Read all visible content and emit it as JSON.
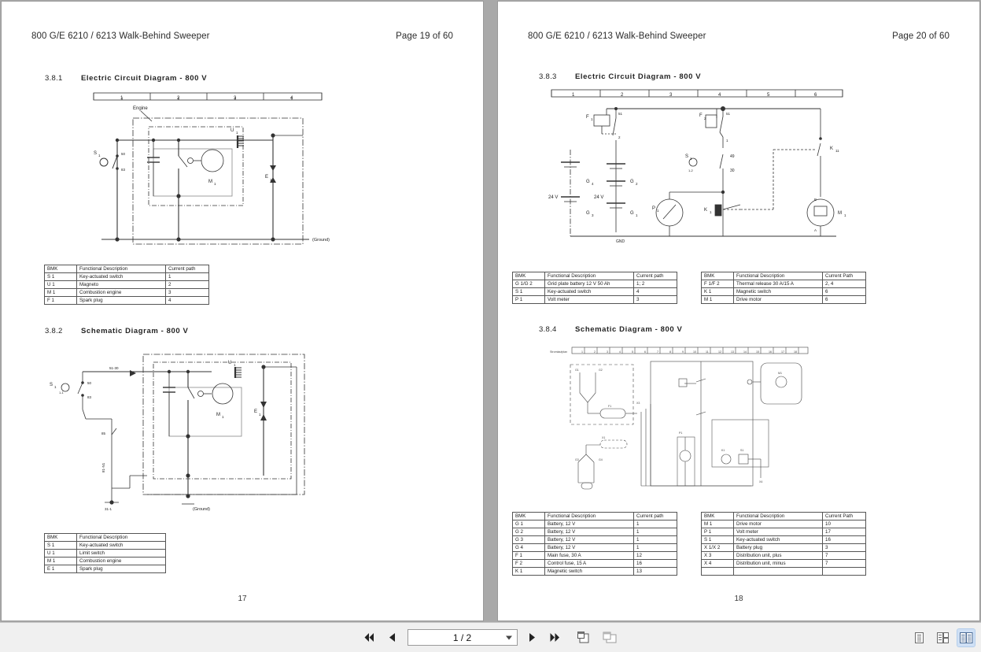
{
  "viewer": {
    "toolbar": {
      "first_page_label": "First page",
      "prev_page_label": "Previous page",
      "page_indicator": "1 / 2",
      "next_page_label": "Next page",
      "last_page_label": "Last page",
      "fit_page_label": "Fit page",
      "fit_width_label": "Fit width",
      "single_page_view_label": "Single page view",
      "continuous_view_label": "Continuous view",
      "two_page_view_label": "Two page view",
      "active_view": "two-page",
      "active_highlight_color": "#cfe0f5"
    }
  },
  "pages": [
    {
      "header_title": "800 G/E 6210 / 6213 Walk-Behind Sweeper",
      "header_page": "Page 19 of 60",
      "footer": "17",
      "sections": [
        {
          "number": "3.8.1",
          "title": "Electric Circuit Diagram - 800 V"
        },
        {
          "number": "3.8.2",
          "title": "Schematic Diagram - 800 V"
        }
      ],
      "diagrams": [
        {
          "name": "electric-circuit-diagram-800v",
          "current_path_ruler": [
            "1",
            "2",
            "3",
            "4"
          ],
          "labels": [
            "Engine",
            "S 1",
            "50",
            "83",
            "U 1",
            "M 1",
            "E 1",
            "(Ground)"
          ]
        },
        {
          "name": "schematic-diagram-800v",
          "labels": [
            "S 1",
            "50",
            "83",
            "51-30",
            "81-N1",
            "31-1",
            "U 1",
            "M 1",
            "E 1",
            "85",
            "(Ground)"
          ]
        }
      ],
      "tables": [
        {
          "name": "component-table-circuit",
          "headers": [
            "BMK",
            "Functional Description",
            "Current path"
          ],
          "rows": [
            [
              "S 1",
              "Key-actuated switch",
              "1"
            ],
            [
              "U 1",
              "Magneto",
              "2"
            ],
            [
              "M 1",
              "Combustion engine",
              "3"
            ],
            [
              "F 1",
              "Spark plug",
              "4"
            ]
          ]
        },
        {
          "name": "component-table-schematic",
          "headers": [
            "BMK",
            "Functional Description",
            ""
          ],
          "rows": [
            [
              "S 1",
              "Key-actuated switch",
              ""
            ],
            [
              "U 1",
              "Limit switch",
              ""
            ],
            [
              "M 1",
              "Combustion engine",
              ""
            ],
            [
              "E 1",
              "Spark plug",
              ""
            ]
          ]
        }
      ]
    },
    {
      "header_title": "800 G/E 6210 / 6213 Walk-Behind Sweeper",
      "header_page": "Page 20 of 60",
      "footer": "18",
      "sections": [
        {
          "number": "3.8.3",
          "title": "Electric Circuit Diagram - 800 V"
        },
        {
          "number": "3.8.4",
          "title": "Schematic Diagram - 800 V"
        }
      ],
      "diagrams": [
        {
          "name": "electric-circuit-diagram-800v-page2",
          "current_path_ruler": [
            "1",
            "2",
            "3",
            "4",
            "5",
            "6"
          ],
          "labels": [
            "F 1",
            "F 2",
            "S 1",
            "K 1",
            "K 11",
            "P 1",
            "M 1",
            "G 4",
            "G 3",
            "G 2",
            "G 1",
            "24 V",
            "24 V",
            "51",
            "52",
            "30",
            "49"
          ]
        },
        {
          "name": "schematic-diagram-800v-page2",
          "current_path_ruler": [
            "1",
            "2",
            "3",
            "4",
            "5",
            "6",
            "7",
            "8",
            "9",
            "10",
            "11",
            "12",
            "13",
            "14",
            "15",
            "16",
            "17",
            "18"
          ],
          "labels": [
            "Stromlaufplan"
          ]
        }
      ],
      "tables": [
        {
          "name": "component-table-circuit-left",
          "headers": [
            "BMK",
            "Functional Description",
            "Current path"
          ],
          "rows": [
            [
              "G 1/G 2",
              "Grid plate battery 12 V 50 Ah",
              "1; 2"
            ],
            [
              "S 1",
              "Key-actuated switch",
              "4"
            ],
            [
              "P 1",
              "Volt meter",
              "3"
            ]
          ]
        },
        {
          "name": "component-table-circuit-right",
          "headers": [
            "BMK",
            "Functional Description",
            "Current Path"
          ],
          "rows": [
            [
              "F 1/F 2",
              "Thermal release 30 A/15 A",
              "2, 4"
            ],
            [
              "K 1",
              "Magnetic switch",
              "6"
            ],
            [
              "M 1",
              "Drive motor",
              "6"
            ]
          ]
        },
        {
          "name": "component-table-schematic-left",
          "headers": [
            "BMK",
            "Functional Description",
            "Current path"
          ],
          "rows": [
            [
              "G 1",
              "Battery, 12 V",
              "1"
            ],
            [
              "G 2",
              "Battery, 12 V",
              "1"
            ],
            [
              "G 3",
              "Battery, 12 V",
              "1"
            ],
            [
              "G 4",
              "Battery, 12 V",
              "1"
            ],
            [
              "F 1",
              "Main fuse, 30 A",
              "12"
            ],
            [
              "F 2",
              "Control fuse, 15 A",
              "16"
            ],
            [
              "K 1",
              "Magnetic switch",
              "13"
            ]
          ]
        },
        {
          "name": "component-table-schematic-right",
          "headers": [
            "BMK",
            "Functional Description",
            "Current Path"
          ],
          "rows": [
            [
              "M 1",
              "Drive motor",
              "10"
            ],
            [
              "P 1",
              "Volt meter",
              "17"
            ],
            [
              "S 1",
              "Key-actuated switch",
              "16"
            ],
            [
              "X 1/X 2",
              "Battery plug",
              "3"
            ],
            [
              "X 3",
              "Distribution unit, plus",
              "7"
            ],
            [
              "X 4",
              "Distribution unit, minus",
              "7"
            ],
            [
              "",
              "",
              ""
            ]
          ]
        }
      ]
    }
  ]
}
